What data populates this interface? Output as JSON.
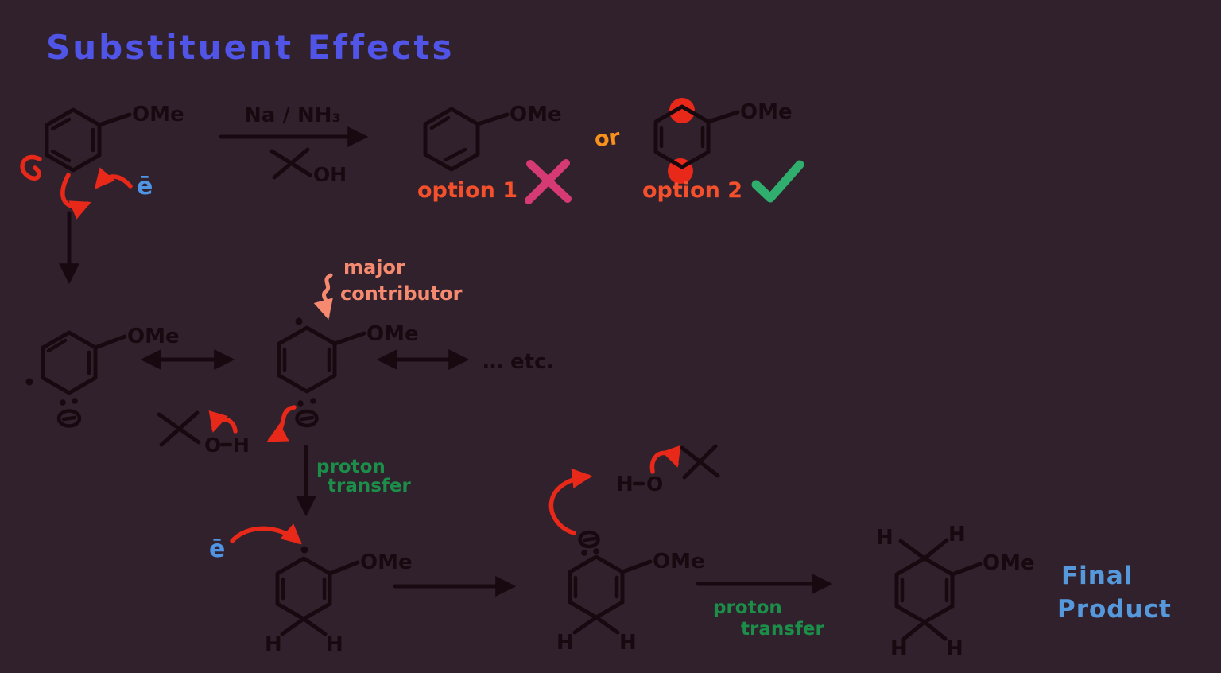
{
  "title": "Substituent Effects",
  "colors": {
    "background": "#31212c",
    "ink": "#17090f",
    "title_blue": "#5055e8",
    "arrow_red": "#e8291a",
    "electron_blue": "#5094e4",
    "option_orange": "#f4502c",
    "or_amber": "#f8921d",
    "reject_pink": "#d63a72",
    "accept_green": "#2fae6d",
    "major_salmon": "#f58a70",
    "proton_green": "#1b8f4a",
    "final_blue": "#5598dc",
    "highlight_red": "#e8291a"
  },
  "labels": {
    "ome": "OMe",
    "h": "H",
    "o": "O",
    "oh": "OH",
    "electron": "ē",
    "reagent": "Na / NH₃",
    "or": "or",
    "option1": "option 1",
    "option2": "option 2",
    "major_line1": "major",
    "major_line2": "contributor",
    "etc": "… etc.",
    "proton": "proton",
    "transfer": "transfer",
    "final_line1": "Final",
    "final_line2": "Product"
  }
}
